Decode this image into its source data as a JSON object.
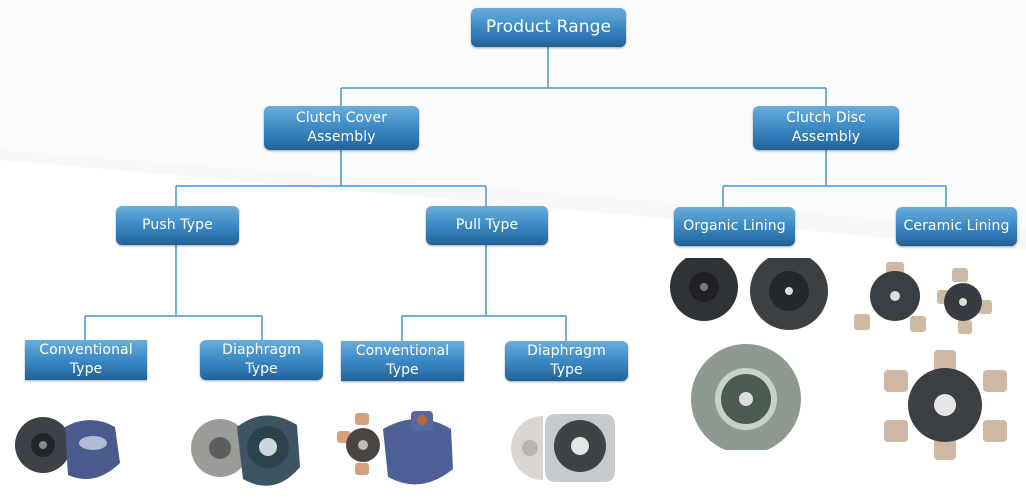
{
  "diagram": {
    "title": "Product Range",
    "level1": [
      {
        "line1": "Clutch Cover",
        "line2": "Assembly"
      },
      {
        "line1": "Clutch Disc",
        "line2": "Assembly"
      }
    ],
    "cover_types": [
      {
        "label": "Push Type"
      },
      {
        "label": "Pull Type"
      }
    ],
    "disc_linings": [
      {
        "label": "Organic Lining"
      },
      {
        "label": "Ceramic Lining"
      }
    ],
    "leaves": [
      {
        "line1": "Conventional",
        "line2": "Type"
      },
      {
        "line1": "Diaphragm",
        "line2": "Type"
      },
      {
        "line1": "Conventional",
        "line2": "Type"
      },
      {
        "line1": "Diaphragm",
        "line2": "Type"
      }
    ],
    "images": [
      "push-conventional-clutch-photo",
      "push-diaphragm-clutch-photo",
      "pull-conventional-clutch-photo",
      "pull-diaphragm-clutch-photo",
      "organic-lining-discs-photo",
      "ceramic-lining-discs-photo"
    ],
    "colors": {
      "node_top": "#6aaedb",
      "node_bottom": "#235f93",
      "connector": "#3f8cc6"
    }
  }
}
